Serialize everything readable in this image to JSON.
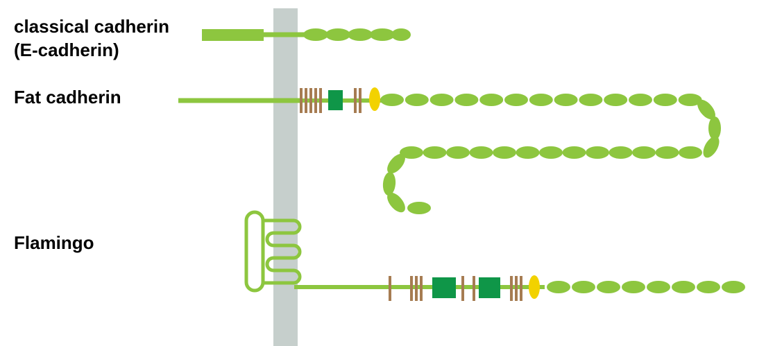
{
  "labels": {
    "classical_line1": "classical cadherin",
    "classical_line2": "(E-cadherin)",
    "fat": "Fat cadherin",
    "flamingo": "Flamingo"
  },
  "colors": {
    "background": "#ffffff",
    "membrane": "#c6cfcc",
    "protein": "#8dc63f",
    "ec_domain": "#8dc63f",
    "egf_like_domain": "#a67c52",
    "laminin_g_domain": "#0f9648",
    "cysteine_rich_domain": "#f2d200",
    "text": "#000000"
  }
}
